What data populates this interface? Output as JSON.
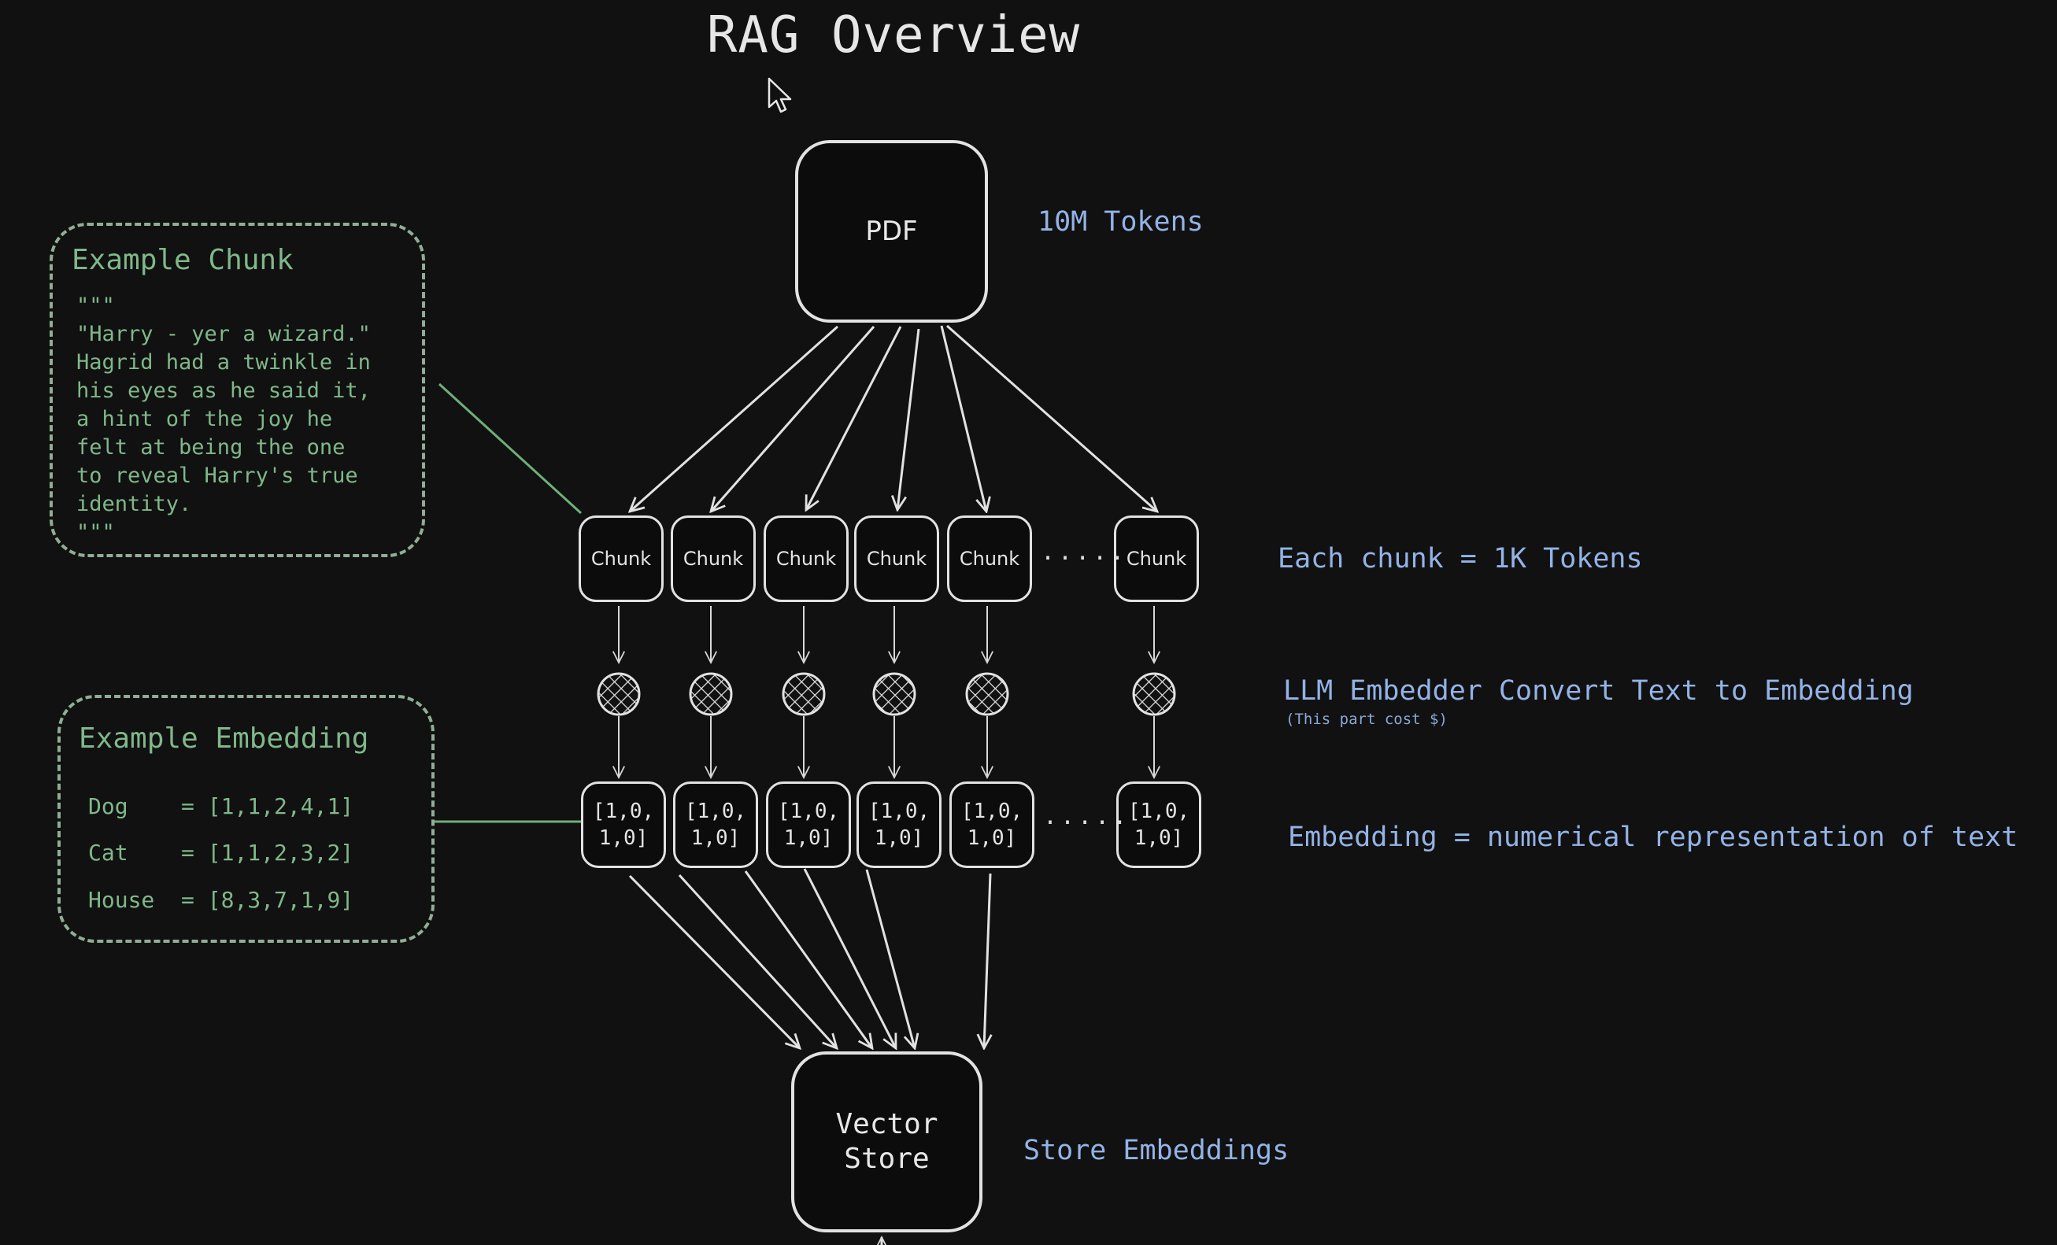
{
  "title": "RAG Overview",
  "nodes": {
    "pdf": "PDF",
    "vector_store": "Vector\nStore",
    "chunk_label": "Chunk",
    "chunks": [
      "Chunk",
      "Chunk",
      "Chunk",
      "Chunk",
      "Chunk",
      "Chunk"
    ],
    "embeddings": [
      "[1,0,\n1,0]",
      "[1,0,\n1,0]",
      "[1,0,\n1,0]",
      "[1,0,\n1,0]",
      "[1,0,\n1,0]",
      "[1,0,\n1,0]"
    ],
    "ellipsis": "....."
  },
  "labels": {
    "pdf_tokens": "10M Tokens",
    "chunk_tokens": "Each chunk = 1K Tokens",
    "embedder": "LLM Embedder Convert Text to Embedding",
    "embedder_note": "(This part cost $)",
    "embedding_def": "Embedding = numerical representation of text",
    "store": "Store Embeddings"
  },
  "example_chunk": {
    "title": "Example Chunk",
    "text": "\"\"\"\n\"Harry - yer a wizard.\"\nHagrid had a twinkle in\nhis eyes as he said it,\na hint of the joy he\nfelt at being the one\nto reveal Harry's true\nidentity.\n\"\"\""
  },
  "example_embedding": {
    "title": "Example Embedding",
    "rows": [
      {
        "word": "Dog  ",
        "vector": "= [1,1,2,4,1]"
      },
      {
        "word": "Cat  ",
        "vector": "= [1,1,2,3,2]"
      },
      {
        "word": "House",
        "vector": "= [8,3,7,1,9]"
      }
    ]
  },
  "icons": {
    "embedder": "globe-icon",
    "cursor": "mouse-pointer-icon"
  },
  "colors": {
    "background": "#111111",
    "stroke": "#e2e2e2",
    "annotation_blue": "#93b3e6",
    "example_green": "#7fb88a"
  }
}
